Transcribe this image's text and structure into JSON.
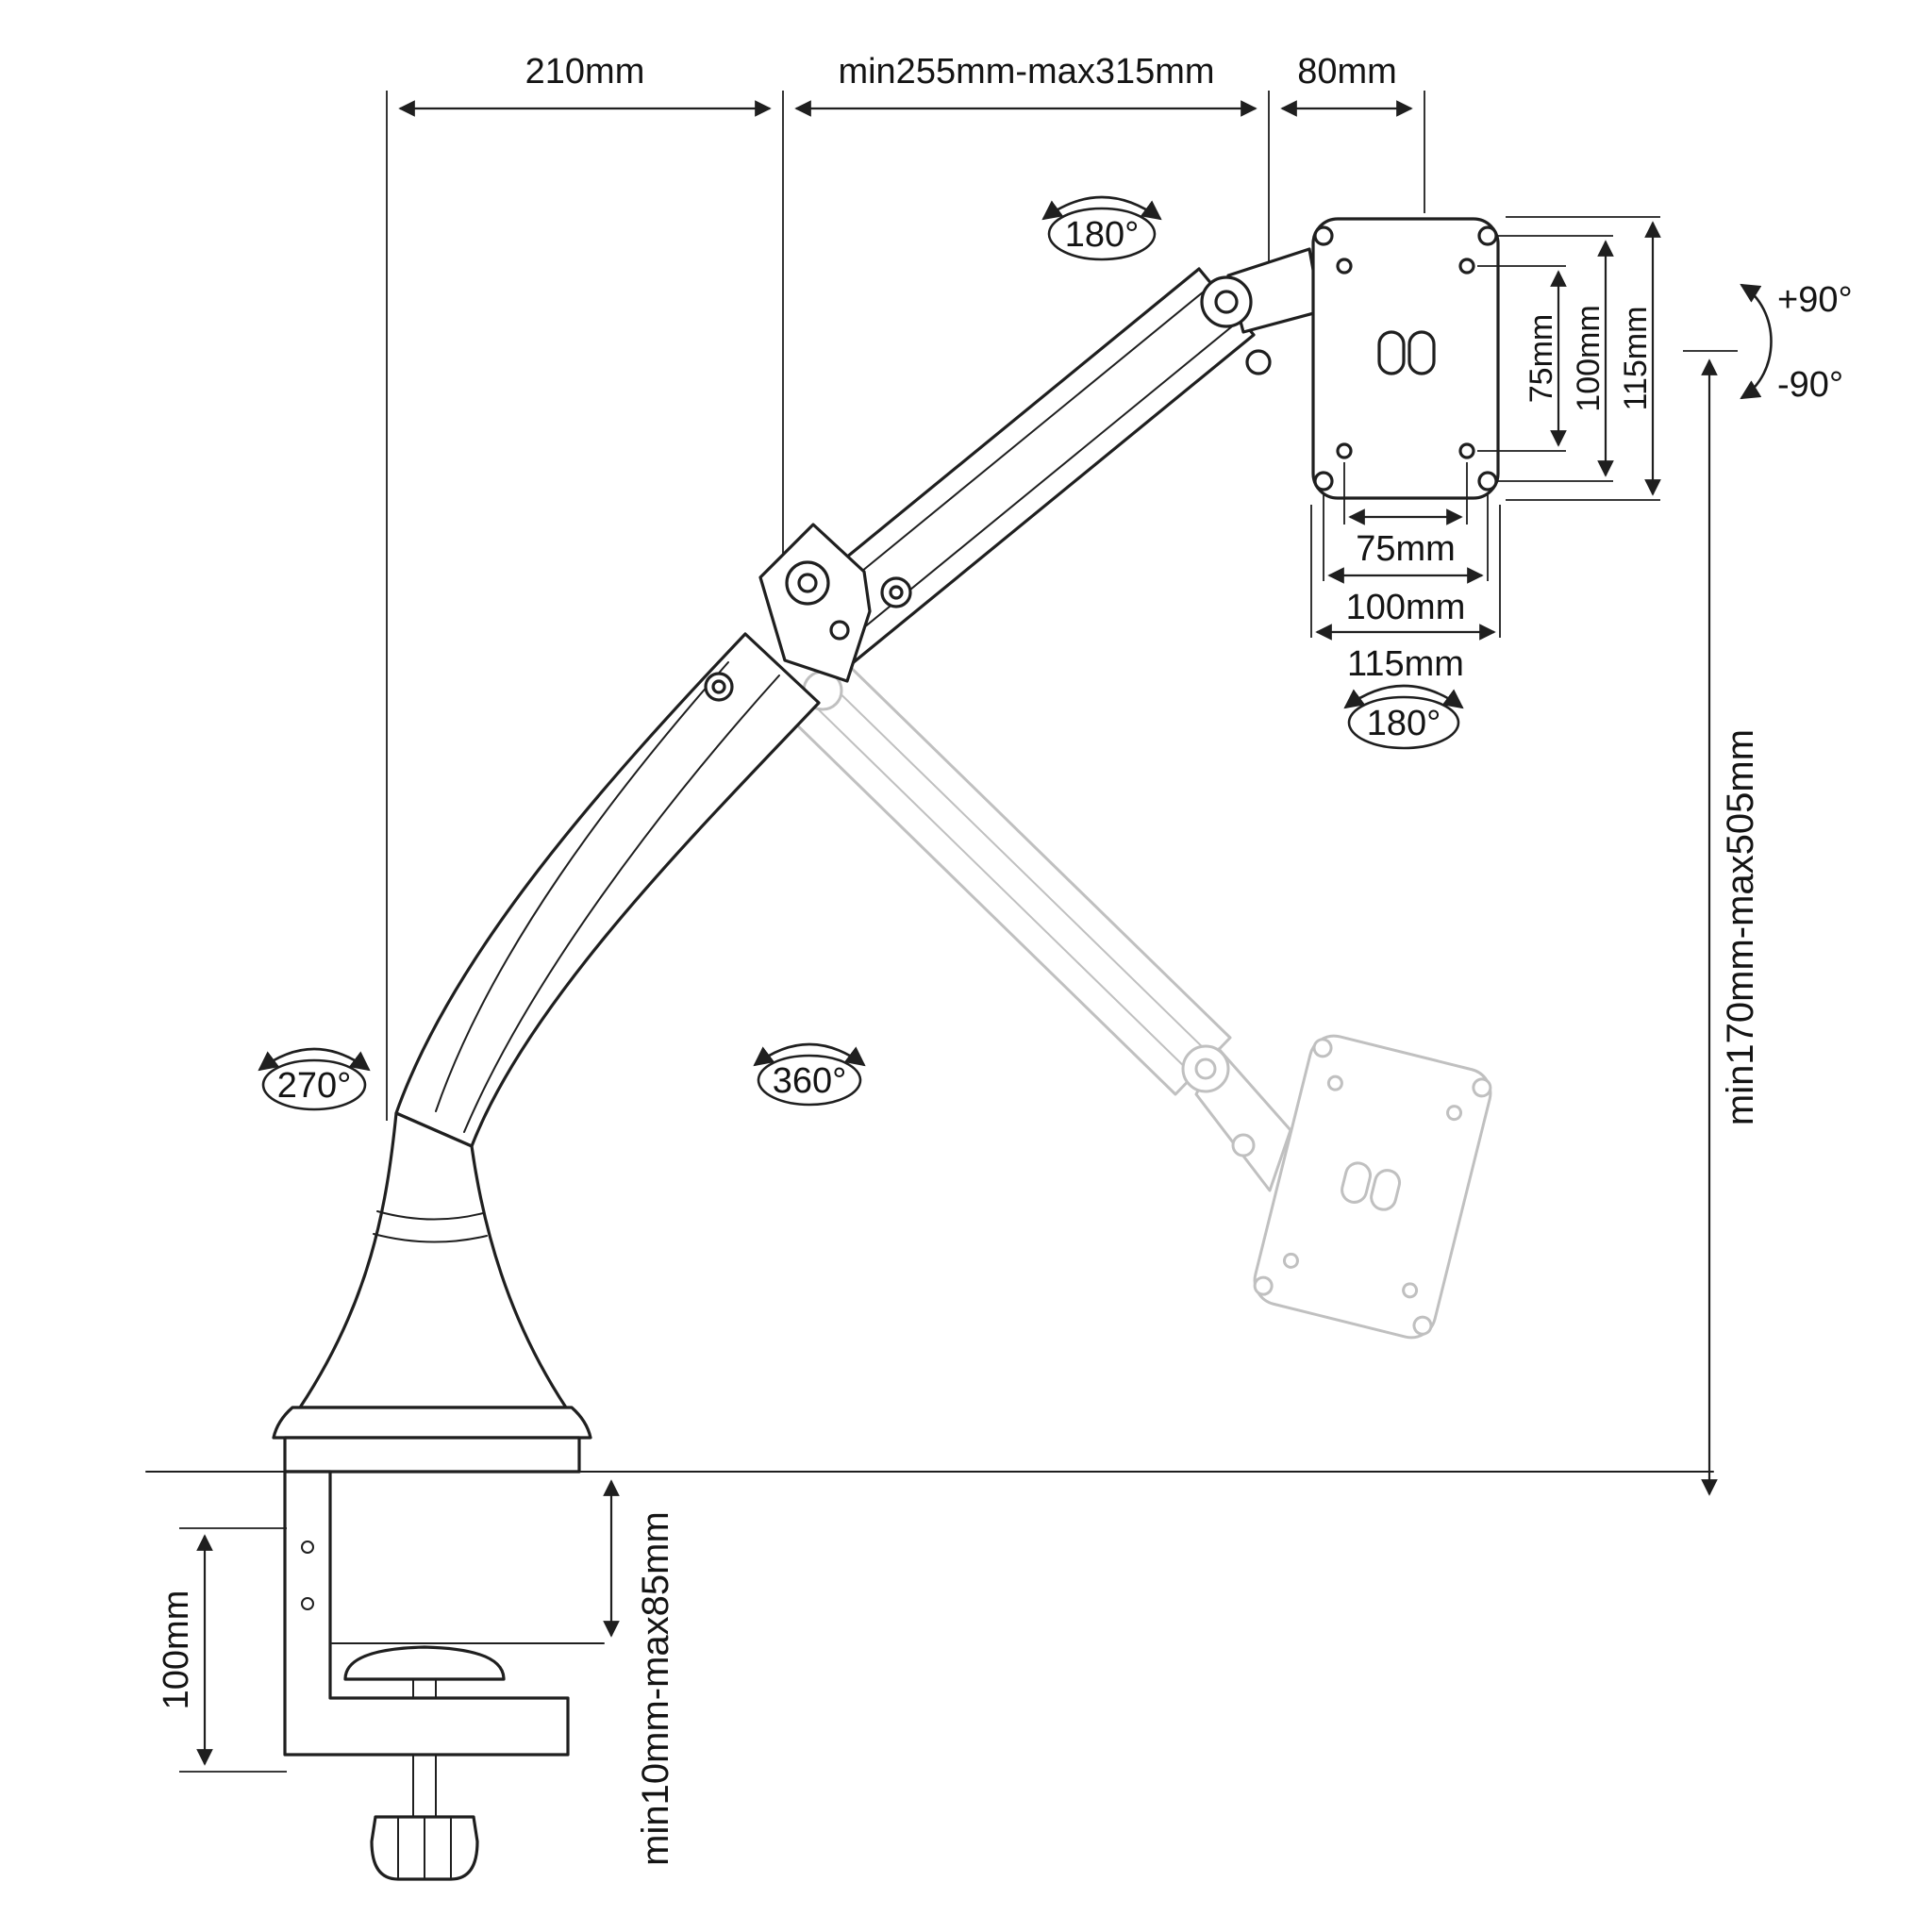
{
  "colors": {
    "line": "#1f1f1f",
    "ghost": "#c0c0c0",
    "text": "#141414",
    "background": "#ffffff"
  },
  "icons": {
    "rotation_arrow": "curved-double-arrow",
    "dimension_arrow": "triangle-arrowhead"
  },
  "dimensions": {
    "top_left": "210mm",
    "top_middle": "min255mm-max315mm",
    "top_right": "80mm",
    "vesa_vertical_75": "75mm",
    "vesa_vertical_100": "100mm",
    "vesa_vertical_115": "115mm",
    "vesa_horizontal_75": "75mm",
    "vesa_horizontal_100": "100mm",
    "vesa_horizontal_115": "115mm",
    "height_range": "min170mm-max505mm",
    "clamp_height": "100mm",
    "desk_thickness_range": "min10mm-max85mm"
  },
  "angles": {
    "head_swivel": "180°",
    "vesa_rotation": "180°",
    "base_rotation": "270°",
    "arm_rotation": "360°",
    "tilt_up": "+90°",
    "tilt_down": "-90°"
  }
}
